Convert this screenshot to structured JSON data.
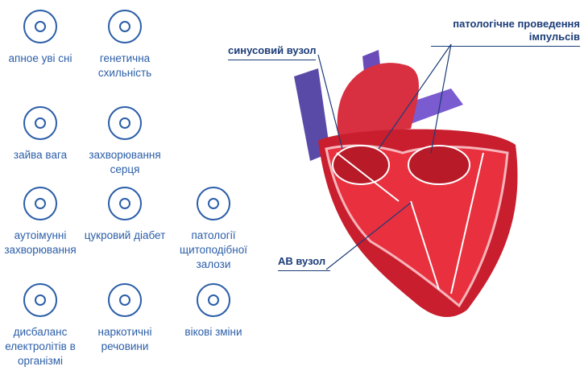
{
  "risk_factors": [
    {
      "icon": "sleep-apnea-icon",
      "label": "апное уві сні"
    },
    {
      "icon": "dna-icon",
      "label": "генетична схильність"
    },
    {
      "icon": "scale-icon",
      "label": "зайва вага"
    },
    {
      "icon": "heart-outline-icon",
      "label": "захворювання серця"
    },
    {
      "icon": "virus-icon",
      "label": "аутоімунні захворювання"
    },
    {
      "icon": "finger-prick-icon",
      "label": "цукровий діабет"
    },
    {
      "icon": "thyroid-magnifier-icon",
      "label": "патології щитоподібної залози"
    },
    {
      "icon": "cells-icon",
      "label": "дисбаланс електролітів в організмі"
    },
    {
      "icon": "pills-bag-icon",
      "label": "наркотичні речовини"
    },
    {
      "icon": "clock-icon",
      "label": "вікові зміни"
    }
  ],
  "heart_labels": {
    "sinus": "синусовий вузол",
    "pathologic": "патологічне проведення імпульсів",
    "av": "АВ вузол"
  },
  "colors": {
    "icon": "#2b5ea8",
    "label": "#1b3c78",
    "heart": "#d8283a",
    "vessel": "#6b4fb8"
  }
}
